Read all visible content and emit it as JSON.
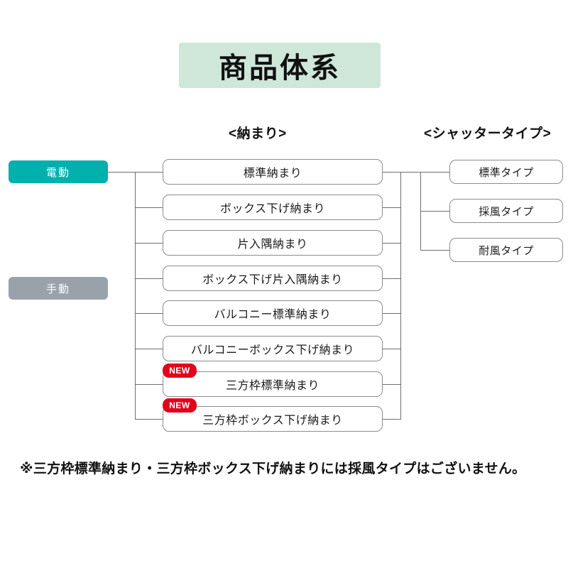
{
  "title": "商品体系",
  "headers": {
    "osamari": "<納まり>",
    "shutter_type": "<シャッタータイプ>"
  },
  "modes": [
    {
      "label": "電動",
      "color": "#00b0ad"
    },
    {
      "label": "手動",
      "color": "#99a2ab"
    }
  ],
  "osamari_items": [
    {
      "label": "標準納まり",
      "badge": ""
    },
    {
      "label": "ボックス下げ納まり",
      "badge": ""
    },
    {
      "label": "片入隅納まり",
      "badge": ""
    },
    {
      "label": "ボックス下げ片入隅納まり",
      "badge": ""
    },
    {
      "label": "バルコニー標準納まり",
      "badge": ""
    },
    {
      "label": "バルコニーボックス下げ納まり",
      "badge": ""
    },
    {
      "label": "三方枠標準納まり",
      "badge": "NEW"
    },
    {
      "label": "三方枠ボックス下げ納まり",
      "badge": "NEW"
    }
  ],
  "shutter_types": [
    {
      "label": "標準タイプ"
    },
    {
      "label": "採風タイプ"
    },
    {
      "label": "耐風タイプ"
    }
  ],
  "footnote": "※三方枠標準納まり・三方枠ボックス下げ納まりには採風タイプはございません。",
  "colors": {
    "title_background": "#cfe7d9",
    "electric_button": "#00b0ad",
    "manual_button": "#99a2ab",
    "badge_red": "#e2041b",
    "box_border": "#8c8c8c",
    "connector_line": "#6e6e6e"
  }
}
